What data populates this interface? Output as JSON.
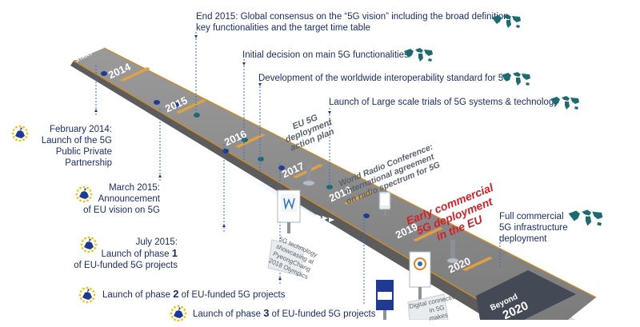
{
  "road": {
    "start_label": "START",
    "years": [
      "2014",
      "2015",
      "2016",
      "2017",
      "2018",
      "2019",
      "2020"
    ],
    "beyond_label": "Beyond",
    "beyond_year": "2020"
  },
  "global_events": [
    {
      "line1": "End 2015: Global consensus on the “5G vision” including the broad definition,",
      "line2": "key functionalities and the target time table",
      "icon": "world-map-icon"
    },
    {
      "line1": "Initial decision on main 5G functionalities",
      "icon": "world-map-icon"
    },
    {
      "line1": "Development of the worldwide interoperability standard for 5G",
      "icon": "world-map-icon"
    },
    {
      "line1": "Launch of Large scale trials of 5G systems & technology",
      "icon": "world-map-icon"
    },
    {
      "line1": "Full commercial",
      "line2": "5G infrastructure",
      "line3": "deployment",
      "icon": "world-map-icon"
    }
  ],
  "eu_events": [
    {
      "lines": [
        "February 2014:",
        "Launch of the 5G",
        "Public Private",
        "Partnership"
      ],
      "icon": "eu-stars-icon"
    },
    {
      "lines": [
        "March 2015:",
        "Announcement",
        "of EU vision on 5G"
      ],
      "icon": "eu-stars-icon"
    },
    {
      "line1": "July 2015:",
      "line2_pre": "Launch of phase ",
      "line2_num": "1",
      "line3": "of EU-funded 5G projects",
      "icon": "eu-stars-icon"
    },
    {
      "pre": "Launch of phase ",
      "num": "2",
      "post": " of EU-funded 5G projects",
      "icon": "eu-stars-icon"
    },
    {
      "pre": "Launch of phase ",
      "num": "3",
      "post": " of EU-funded 5G projects",
      "icon": "eu-stars-icon"
    }
  ],
  "road_labels": {
    "action_plan": [
      "EU 5G",
      "deployment",
      "action plan"
    ],
    "wrc": [
      "World Radio Conference:",
      "international agreement",
      "on radio spectrum for 5G"
    ],
    "early_commercial": [
      "Early commercial",
      "5G deployment",
      "in the EU"
    ],
    "olympics": [
      "5G technology",
      "showcasing at",
      "PyeongChang",
      "2018 Olympics"
    ],
    "euro2020": [
      "Digital connectivity",
      "in 5G",
      "makes"
    ]
  },
  "colors": {
    "road": "#8a8a8a",
    "road_dark": "#5e5e5e",
    "road_edge": "#c98a2b",
    "eu_blue": "#1f3a93",
    "teal": "#1c6b6e",
    "connector": "#2f6fd6",
    "red": "#d61f26"
  }
}
